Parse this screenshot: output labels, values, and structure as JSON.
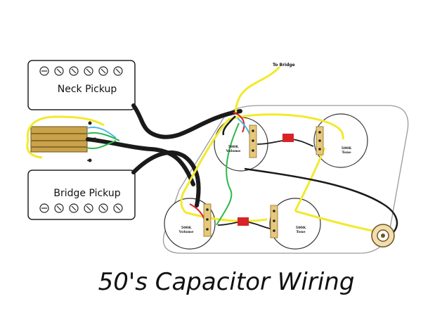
{
  "title": "50's Capacitor Wiring",
  "bridge_label": "To Bridge",
  "pickups": {
    "neck": "Neck Pickup",
    "bridge": "Bridge Pickup"
  },
  "pots": [
    {
      "value": "500K",
      "name": "Volume"
    },
    {
      "value": "500K",
      "name": "Tone"
    },
    {
      "value": "500K",
      "name": "Volume"
    },
    {
      "value": "500K",
      "name": "Tone"
    }
  ],
  "colors": {
    "black_wire": "#1a1a1a",
    "yellow_wire": "#f2ea2c",
    "green_wire": "#2db84a",
    "cyan_wire": "#4ab8e8",
    "red_wire": "#e21d24",
    "pickup_body": "#c9a24a",
    "capacitor": "#d8232a",
    "outline": "#333333"
  }
}
